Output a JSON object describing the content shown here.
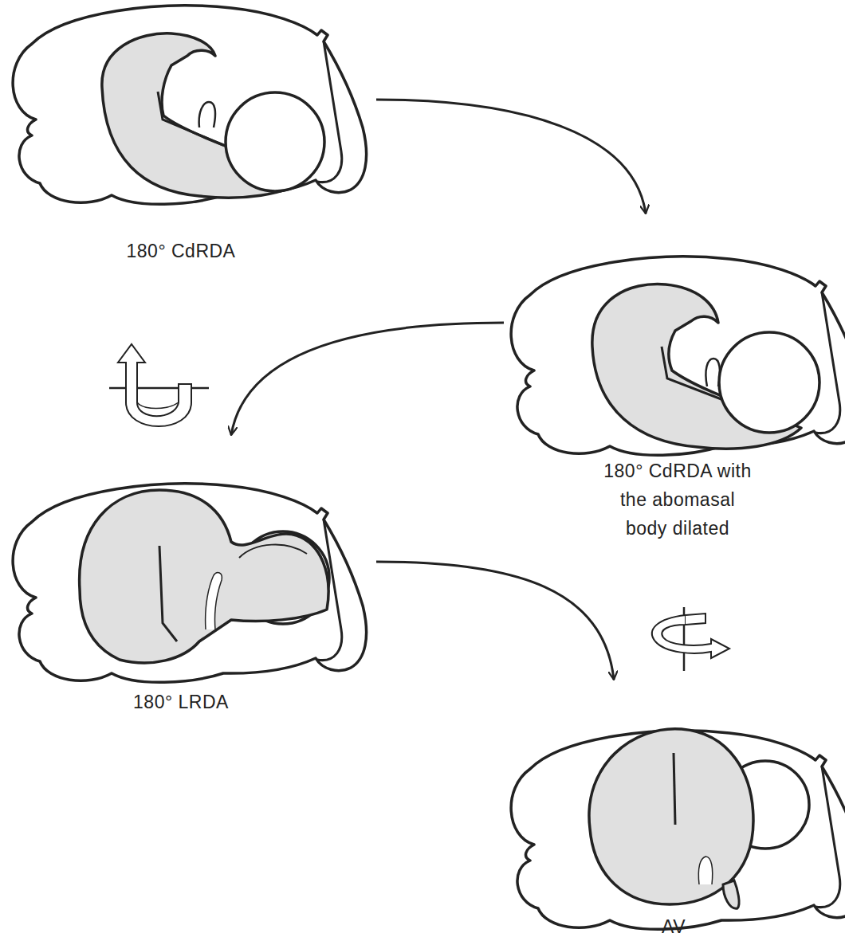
{
  "diagram": {
    "nodes": [
      {
        "text": [
          "180° CdRDA"
        ]
      },
      {
        "text": [
          "180° CdRDA with the abomasal body dilated"
        ]
      },
      {
        "text": [
          "180° LRDA"
        ]
      },
      {
        "text": [
          "AV"
        ]
      }
    ],
    "edges": [
      {
        "from": 0,
        "to": 1,
        "arrow": "to"
      },
      {
        "from": 1,
        "to": 2,
        "arrow": "to"
      },
      {
        "from": 2,
        "to": 3,
        "arrow": "to"
      }
    ]
  }
}
